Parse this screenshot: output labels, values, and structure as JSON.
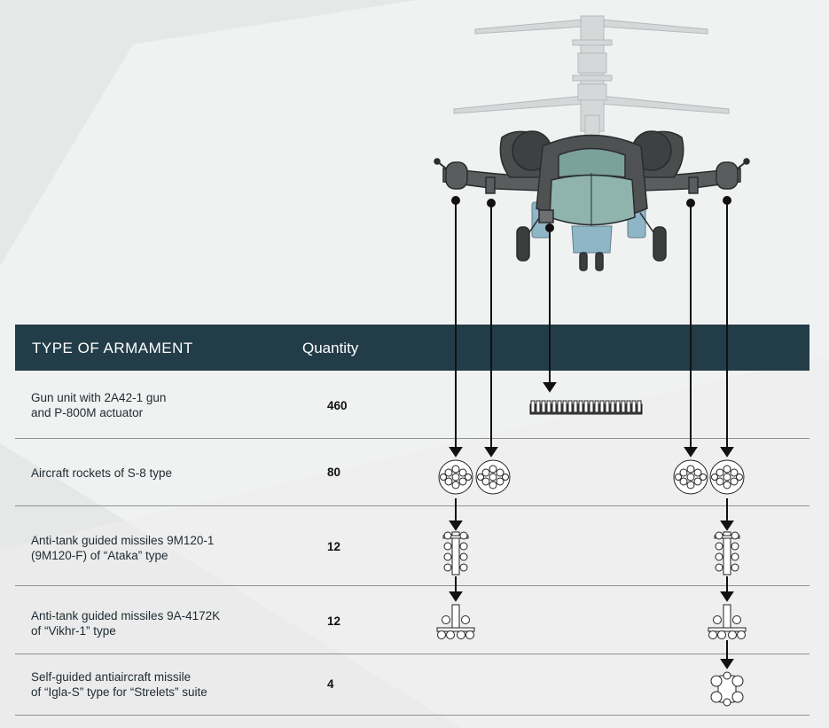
{
  "table": {
    "headers": {
      "type": "TYPE OF ARMAMENT",
      "quantity": "Quantity"
    },
    "rows": [
      {
        "name": "Gun unit with 2A42-1 gun\nand P-800M actuator",
        "quantity": "460"
      },
      {
        "name": "Aircraft rockets of S-8 type",
        "quantity": "80"
      },
      {
        "name": "Anti-tank guided missiles 9M120-1\n(9M120-F) of “Ataka” type",
        "quantity": "12"
      },
      {
        "name": "Anti-tank guided missiles 9A-4172K\nof “Vikhr-1” type",
        "quantity": "12"
      },
      {
        "name": "Self-guided antiaircraft missile\nof “Igla-S” type for “Strelets” suite",
        "quantity": "4"
      }
    ]
  },
  "colors": {
    "header_bg": "#233d48",
    "page_bg": "#e6e7e7",
    "body_dark": "#4a4c4e",
    "cockpit": "#8fb3ad",
    "accent_blue": "#8fb6c6"
  }
}
